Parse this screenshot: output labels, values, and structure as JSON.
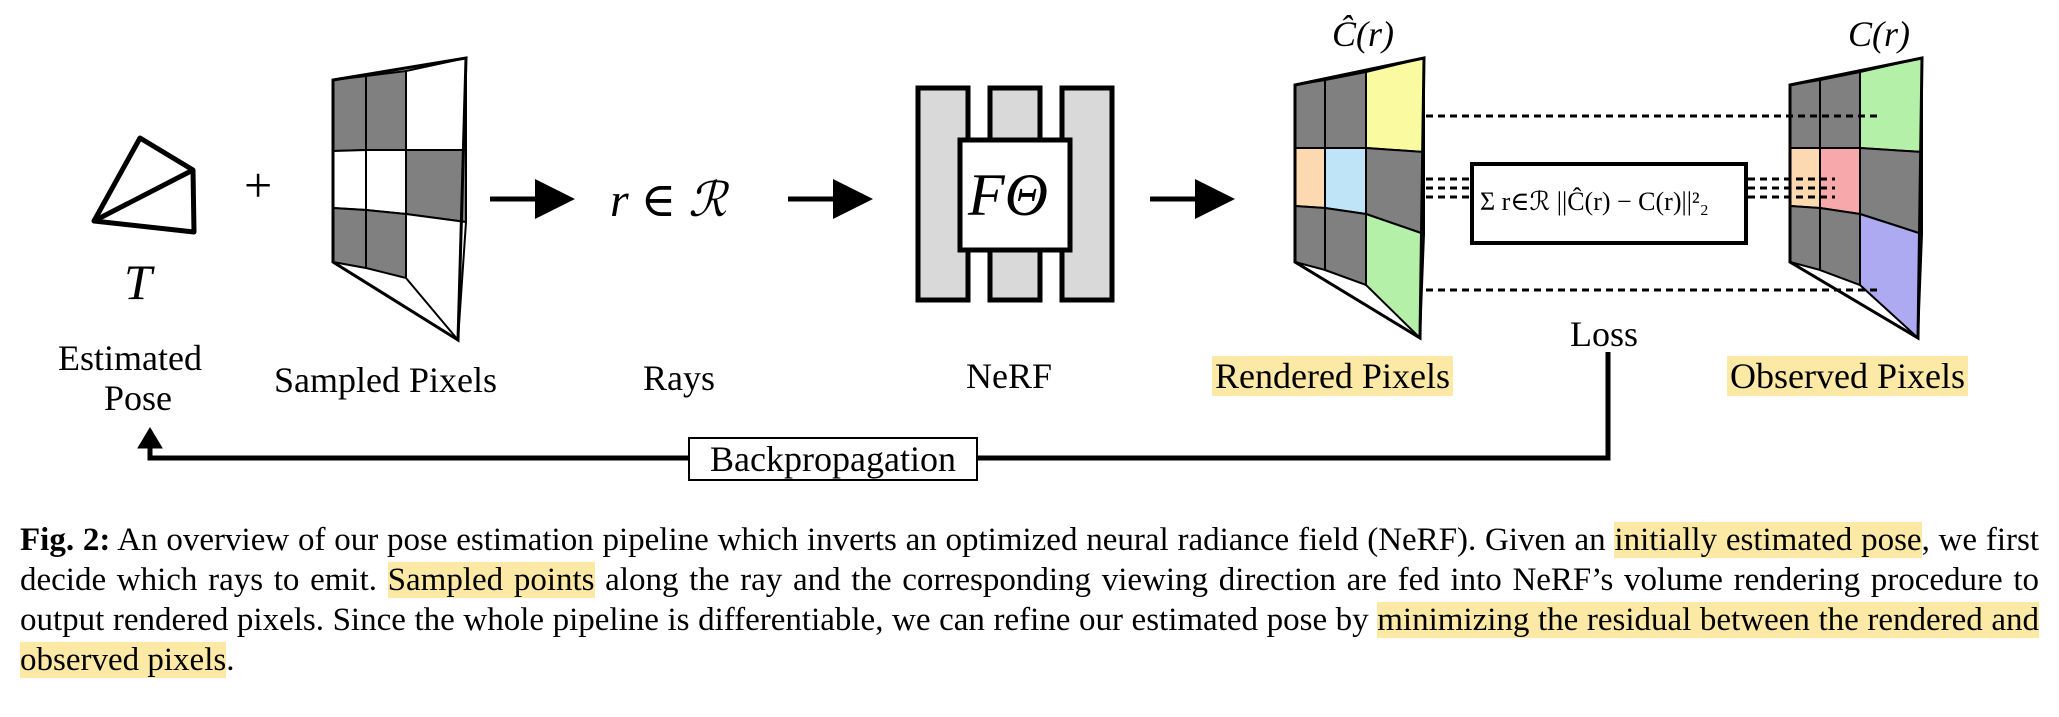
{
  "diagram": {
    "pose_symbol": "T",
    "pose_label_line1": "Estimated",
    "pose_label_line2": "Pose",
    "plus": "+",
    "sampled_label": "Sampled Pixels",
    "rays_math": "r ∈ ℛ",
    "rays_label": "Rays",
    "nerf_math": "FΘ",
    "nerf_label": "NeRF",
    "rendered_math": "Ĉ(r)",
    "rendered_label": "Rendered Pixels",
    "observed_math": "C(r)",
    "observed_label": "Observed Pixels",
    "loss_formula": "Σ r∈ℛ ||Ĉ(r) − C(r)||²₂",
    "loss_label": "Loss",
    "backprop_label": "Backpropagation",
    "colors": {
      "highlight": "#fbe9a5",
      "cell_gray": "#808080",
      "cell_white": "#ffffff",
      "yellow": "#fafaa0",
      "orange": "#fcd9b0",
      "blue": "#bfe3f7",
      "green": "#b4f0a8",
      "red": "#f7a8ab",
      "purple": "#aeaaf2",
      "nerf_fill": "#d9d9d9"
    }
  },
  "caption": {
    "fig_label": "Fig. 2:",
    "part1": " An overview of our pose estimation pipeline which inverts an optimized neural radiance field (NeRF). Given an ",
    "hl1": "initially estimated pose",
    "part2": ", we first decide which rays to emit. ",
    "hl2": "Sampled points",
    "part3": " along the ray and the corresponding viewing direction are fed into NeRF’s volume rendering procedure to output rendered pixels. Since the whole pipeline is differentiable, we can refine our estimated pose by ",
    "hl3": "minimizing the residual between the rendered and observed pixels",
    "part4": "."
  }
}
